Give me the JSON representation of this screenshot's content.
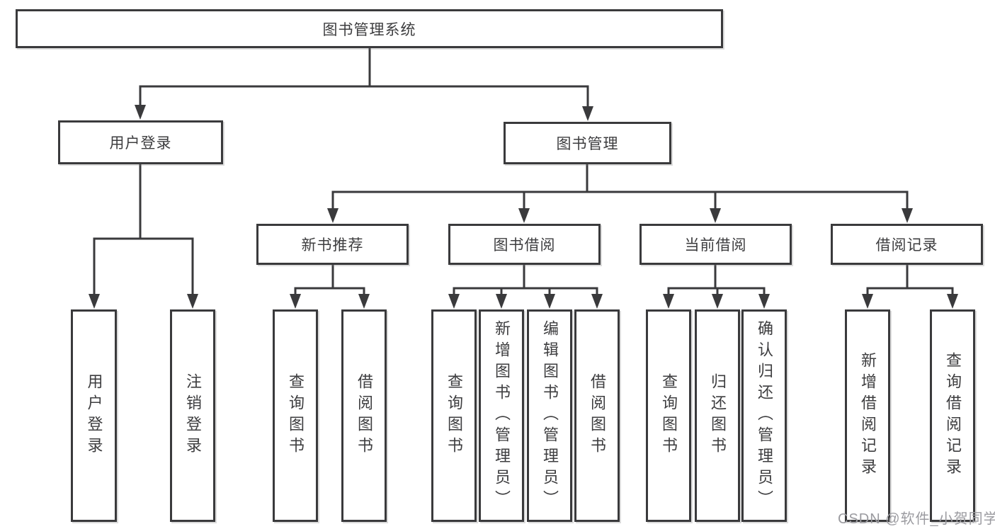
{
  "diagram": {
    "root": {
      "label": "图书管理系统"
    },
    "level2": [
      {
        "label": "用户登录"
      },
      {
        "label": "图书管理"
      }
    ],
    "level3": [
      {
        "label": "新书推荐"
      },
      {
        "label": "图书借阅"
      },
      {
        "label": "当前借阅"
      },
      {
        "label": "借阅记录"
      }
    ],
    "leaves": [
      {
        "label": "用户登录"
      },
      {
        "label": "注销登录"
      },
      {
        "label": "查询图书"
      },
      {
        "label": "借阅图书"
      },
      {
        "label": "查询图书"
      },
      {
        "label": "新增图书（管理员）"
      },
      {
        "label": "编辑图书（管理员）"
      },
      {
        "label": "借阅图书"
      },
      {
        "label": "查询图书"
      },
      {
        "label": "归还图书"
      },
      {
        "label": "确认归还（管理员）"
      },
      {
        "label": "新增借阅记录"
      },
      {
        "label": "查询借阅记录"
      }
    ],
    "colors": {
      "line": "#3a3a3c",
      "text": "#3d3d3f",
      "background": "#ffffff",
      "watermark": "#9b9ba0"
    }
  },
  "watermark": {
    "text": "CSDN @软件_小贺同学"
  }
}
